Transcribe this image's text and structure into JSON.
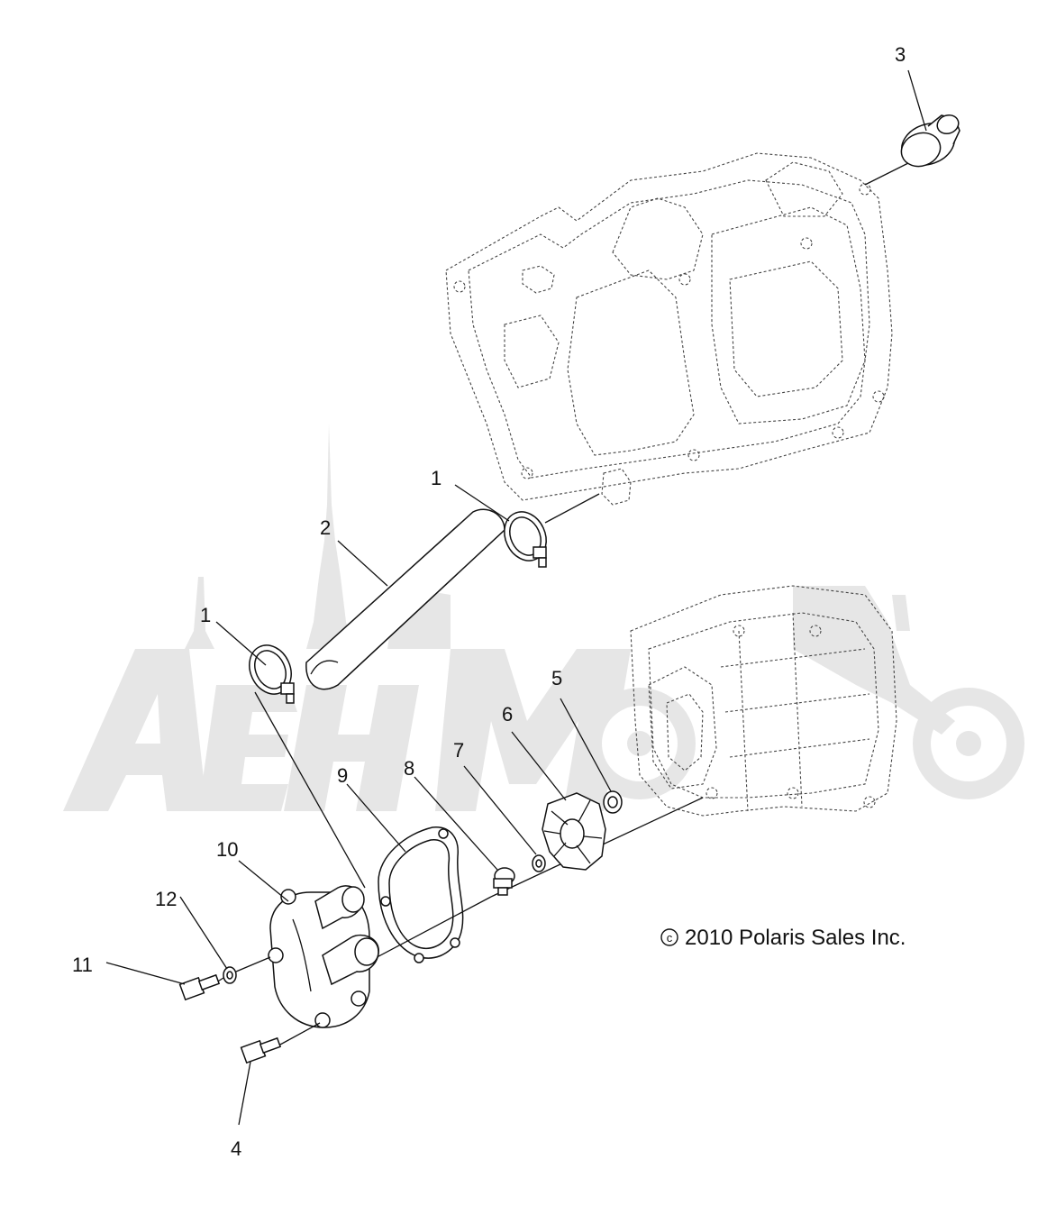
{
  "watermark": {
    "text": "АвтоМото",
    "color": "#e3e3e3"
  },
  "copyright": {
    "symbol": "c",
    "text": "2010 Polaris Sales Inc."
  },
  "callouts": {
    "c1a": "1",
    "c1b": "1",
    "c2": "2",
    "c3": "3",
    "c4": "4",
    "c5": "5",
    "c6": "6",
    "c7": "7",
    "c8": "8",
    "c9": "9",
    "c10": "10",
    "c11": "11",
    "c12": "12"
  },
  "colors": {
    "line": "#111111",
    "phantom": "#444444",
    "background": "#ffffff"
  }
}
